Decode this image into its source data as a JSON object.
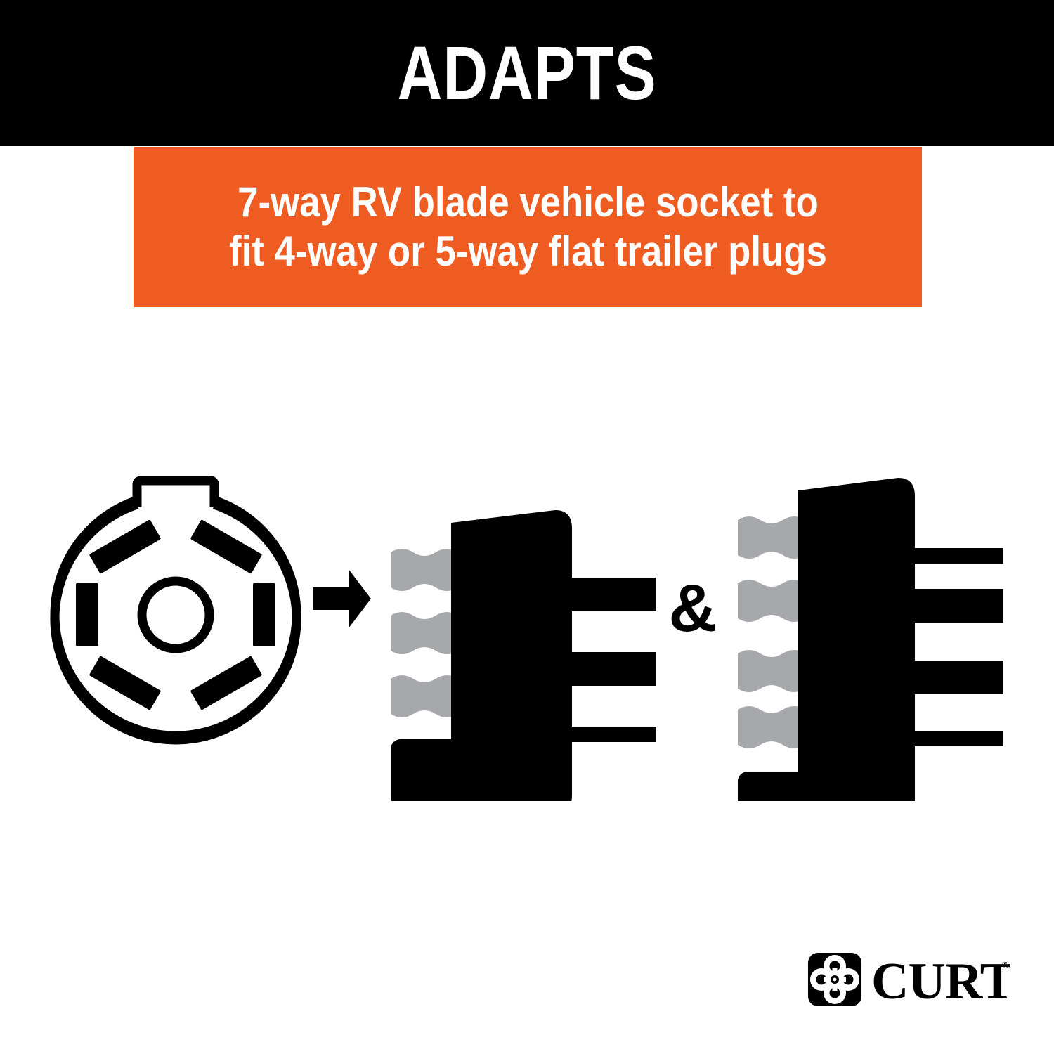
{
  "header": {
    "title": "ADAPTS",
    "background_color": "#000000",
    "text_color": "#FFFFFF"
  },
  "banner": {
    "text": "7-way RV blade vehicle socket to\nfit 4-way or 5-way flat trailer plugs",
    "line1": "7-way RV blade vehicle socket to",
    "line2": "fit 4-way or 5-way flat trailer plugs",
    "background_color": "#EF5C22",
    "text_color": "#FFFFFF"
  },
  "diagram": {
    "socket": {
      "label": "7-way RV blade vehicle socket",
      "icon": "round-7way-rv-socket-icon",
      "blade_slot_count": 6,
      "center_pin": "circle",
      "notch_position": "top",
      "stroke_color": "#000000"
    },
    "arrow": {
      "label": "adapts-to-arrow",
      "direction": "right",
      "color": "#000000"
    },
    "plug_4way": {
      "label": "4-way flat trailer plug",
      "gray_pin_count": 3,
      "black_pin_count": 1,
      "wire_lead_count": 3,
      "body_color": "#000000",
      "pin_color": "#A6A8AB"
    },
    "conjunction": "&",
    "plug_5way": {
      "label": "5-way flat trailer plug",
      "gray_pin_count": 4,
      "black_pin_count": 1,
      "wire_lead_count": 4,
      "body_color": "#000000",
      "pin_color": "#A6A8AB"
    }
  },
  "footer": {
    "brand": "CURT",
    "trademark": "®",
    "logo_mark": "curt-cloverleaf-mark",
    "color": "#000000"
  },
  "colors": {
    "accent_orange": "#EF5C22",
    "black": "#000000",
    "gray_pin": "#A6A8AB",
    "white": "#FFFFFF"
  }
}
